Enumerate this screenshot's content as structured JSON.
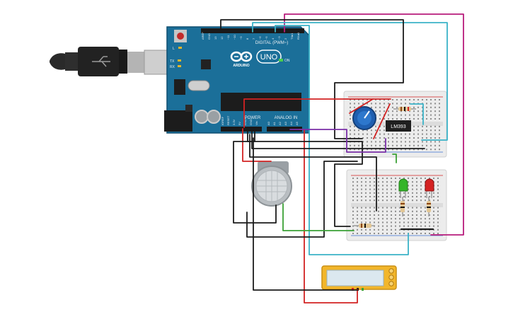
{
  "arduino": {
    "brand": "ARDUINO",
    "model": "UNO",
    "digital_label": "DIGITAL (PWM~)",
    "power_label": "POWER",
    "analog_label": "ANALOG IN",
    "on_label": "ON",
    "tx_label": "TX",
    "rx_label": "RX",
    "l_label": "L",
    "digital_pins": [
      "AREF",
      "GND",
      "13",
      "12",
      "~11",
      "~10",
      "~9",
      "8",
      "7",
      "~6",
      "~5",
      "4",
      "~3",
      "2",
      "TX▸1",
      "RX◂0"
    ],
    "power_pins": [
      "IOREF",
      "RESET",
      "3.3V",
      "5V",
      "GND",
      "GND",
      "Vin"
    ],
    "analog_pins": [
      "A0",
      "A1",
      "A2",
      "A3",
      "A4",
      "A5"
    ]
  },
  "comparator": {
    "label": "LM393"
  },
  "colors": {
    "board": "#1b6f99",
    "breadboard": "#ececec",
    "wire_red": "#d22323",
    "wire_black": "#1b1b1b",
    "wire_cyan": "#3bb3c8",
    "wire_magenta": "#b81c7c",
    "wire_green": "#3aa035",
    "wire_purple": "#7a2fa8",
    "lcd_frame": "#f2b62b",
    "led_green": "#35b52a",
    "led_red": "#d42222"
  }
}
